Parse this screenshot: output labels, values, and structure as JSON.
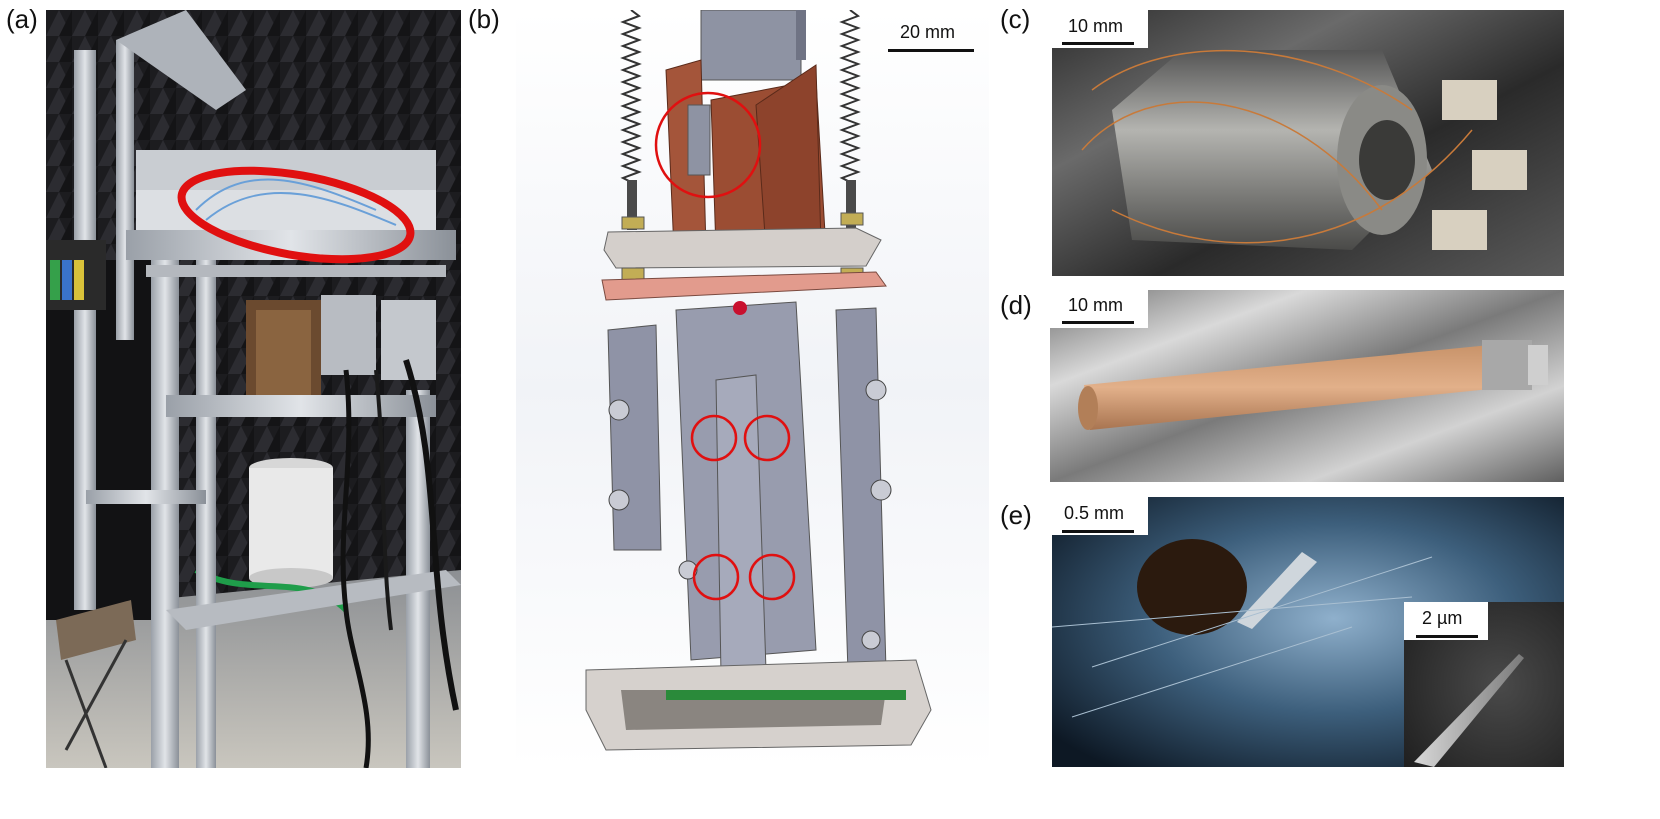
{
  "panels": {
    "a": {
      "label": "(a)"
    },
    "b": {
      "label": "(b)",
      "scale": "20 mm"
    },
    "c": {
      "label": "(c)",
      "scale": "10 mm"
    },
    "d": {
      "label": "(d)",
      "scale": "10 mm"
    },
    "e": {
      "label": "(e)",
      "scale": "0.5 mm",
      "inset_scale": "2 µm"
    }
  },
  "colors": {
    "highlight": "#e01010",
    "frame": "#b9bdc3",
    "copper": "#a4553a",
    "cad_part": "#8f93a6",
    "background": "#ffffff"
  }
}
